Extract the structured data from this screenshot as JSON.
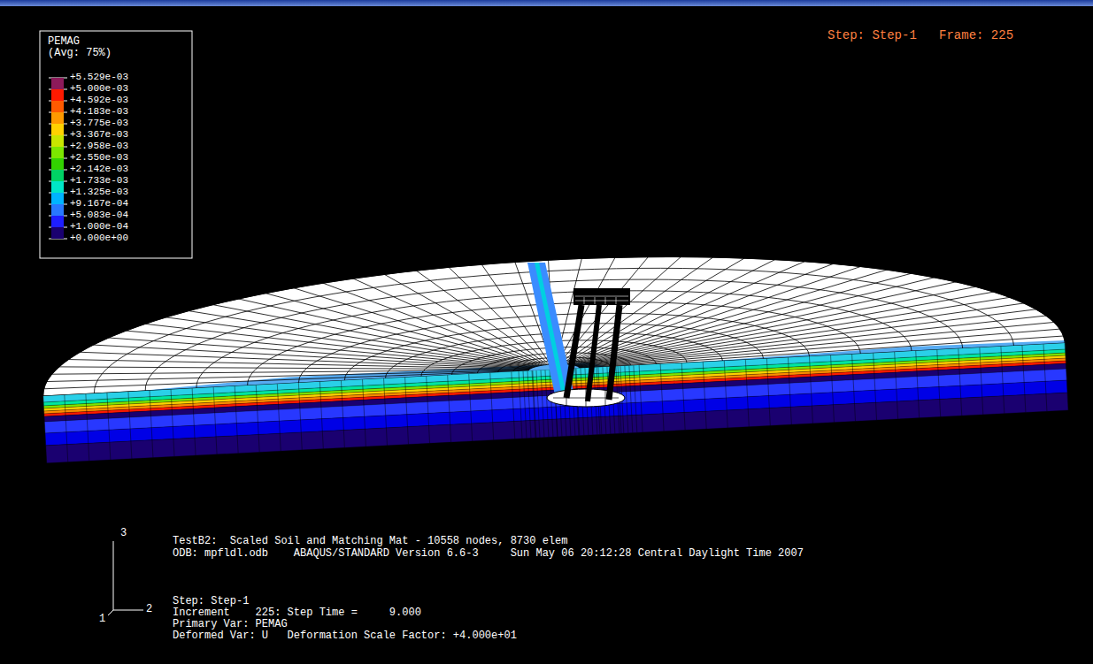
{
  "diagram": {
    "labels": [
      "Step: Step-1   Frame: 225",
      "PEMAG",
      "(Avg: 75%)",
      "3",
      "2",
      "1",
      "TestB2:  Scaled Soil and Matching Mat - 10558 nodes, 8730 elem",
      "ODB: mpfldl.odb    ABAQUS/STANDARD Version 6.6-3     Sun May 06 20:12:28 Central Daylight Time 2007",
      "Step: Step-1",
      "Increment    225: Step Time =     9.000",
      "Primary Var: PEMAG",
      "Deformed Var: U   Deformation Scale Factor: +4.000e+01"
    ],
    "legend": [
      {
        "text": "+5.529e-03",
        "color": "#8c1a5a"
      },
      {
        "text": "+5.000e-03",
        "color": "#ff1a00"
      },
      {
        "text": "+4.592e-03",
        "color": "#ff5a00"
      },
      {
        "text": "+4.183e-03",
        "color": "#ff9a00"
      },
      {
        "text": "+3.775e-03",
        "color": "#ffd200"
      },
      {
        "text": "+3.367e-03",
        "color": "#c8e600"
      },
      {
        "text": "+2.958e-03",
        "color": "#7ce600"
      },
      {
        "text": "+2.550e-03",
        "color": "#32d200"
      },
      {
        "text": "+2.142e-03",
        "color": "#00d264"
      },
      {
        "text": "+1.733e-03",
        "color": "#00e6c8"
      },
      {
        "text": "+1.325e-03",
        "color": "#00b4ff"
      },
      {
        "text": "+9.167e-04",
        "color": "#2878ff"
      },
      {
        "text": "+5.083e-04",
        "color": "#1e1eff"
      },
      {
        "text": "+1.000e-04",
        "color": "#1a0070"
      },
      {
        "text": "+0.000e+00"
      }
    ]
  }
}
